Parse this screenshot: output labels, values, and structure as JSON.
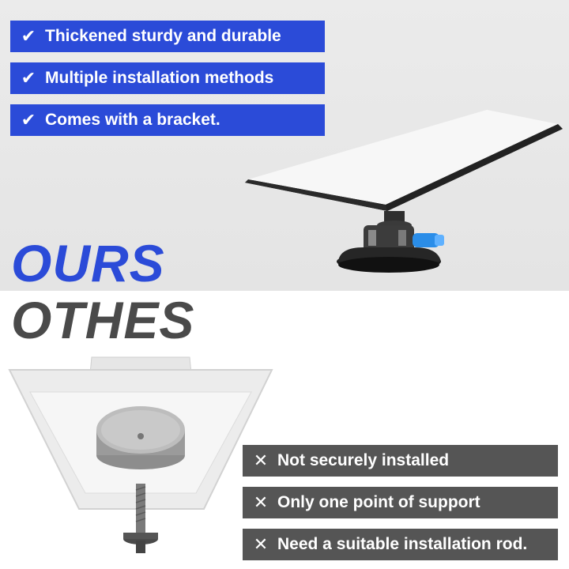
{
  "ours": {
    "label": "OURS",
    "features": [
      {
        "icon": "check-icon",
        "text": "Thickened sturdy and durable"
      },
      {
        "icon": "check-icon",
        "text": "Multiple installation methods"
      },
      {
        "icon": "check-icon",
        "text": "Comes with a bracket."
      }
    ],
    "accent_color": "#2b4bd8"
  },
  "others": {
    "label": "OTHES",
    "features": [
      {
        "icon": "x-icon",
        "text": "Not securely installed"
      },
      {
        "icon": "x-icon",
        "text": "Only one point of support"
      },
      {
        "icon": "x-icon",
        "text": "Need a suitable installation rod."
      }
    ],
    "accent_color": "#555555"
  },
  "marks": {
    "check": "✔",
    "cross": "✕"
  }
}
